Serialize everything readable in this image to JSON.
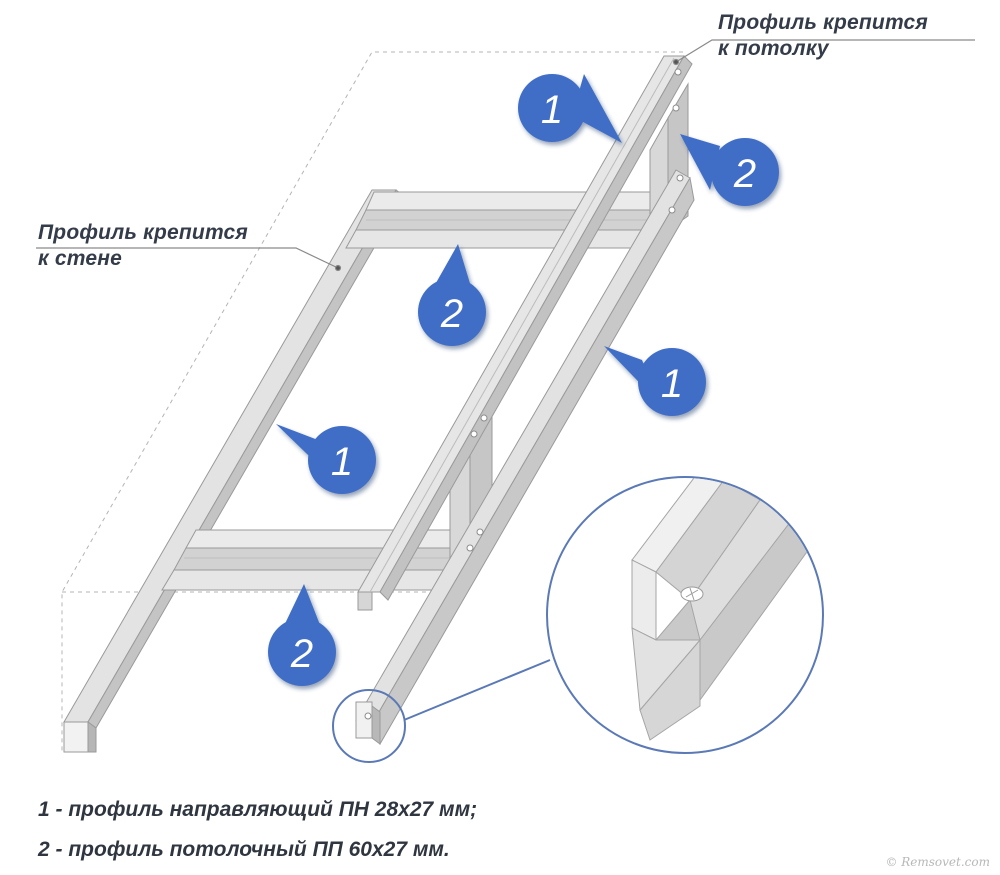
{
  "callouts": {
    "ceiling": {
      "line1": "Профиль крепится",
      "line2": "к потолку"
    },
    "wall": {
      "line1": "Профиль крепится",
      "line2": "к стене"
    }
  },
  "markers": [
    "1",
    "2",
    "2",
    "1",
    "1",
    "2"
  ],
  "legend": {
    "line1": "1 - профиль направляющий ПН 28х27 мм;",
    "line2": "2 - профиль потолочный ПП 60х27 мм."
  },
  "watermark": "© Remsovet.com",
  "colors": {
    "badge": "#3f6ec6",
    "badge_shadow": "#2b4f94",
    "profile_light": "#e4e4e4",
    "profile_mid": "#cfcfcf",
    "profile_dark": "#b9b9b9",
    "outline": "#9a9a9a",
    "leader": "#8a8a8a",
    "text": "#333c48",
    "zoom_ring": "#5a79b6"
  }
}
